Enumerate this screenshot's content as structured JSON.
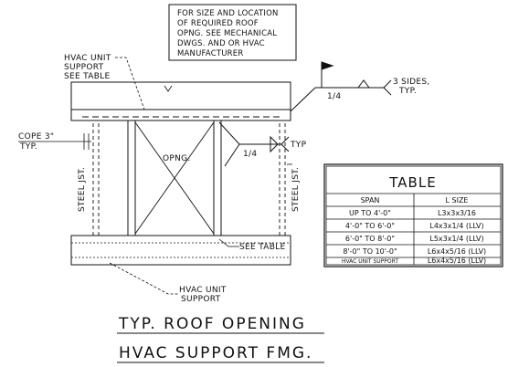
{
  "note_box": {
    "lines": [
      "FOR SIZE AND LOCATION",
      "OF REQUIRED ROOF",
      "OPNG. SEE MECHANICAL",
      "DWGS. AND OR HVAC",
      "MANUFACTURER"
    ]
  },
  "labels": {
    "hvac_support_top": [
      "HVAC UNIT",
      "SUPPORT",
      "SEE TABLE"
    ],
    "weld_top_size": "1/4",
    "weld_top_note": [
      "3 SIDES,",
      "TYP."
    ],
    "cope": "COPE 3\"",
    "cope_typ": "TYP.",
    "opening": "OPNG.",
    "weld_mid_size": "1/4",
    "weld_mid_typ": "TYP",
    "steel_jst": "STEEL JST.",
    "see_table": "SEE TABLE",
    "hvac_support_bottom": [
      "HVAC UNIT",
      "SUPPORT"
    ]
  },
  "table": {
    "title": "TABLE",
    "headers": [
      "SPAN",
      "L SIZE"
    ],
    "rows": [
      {
        "span": "UP TO 4'-0\"",
        "size": "L3x3x3/16"
      },
      {
        "span": "4'-0\" TO 6'-0\"",
        "size": "L4x3x1/4 (LLV)"
      },
      {
        "span": "6'-0\" TO 8'-0\"",
        "size": "L5x3x1/4 (LLV)"
      },
      {
        "span": "8'-0\" TO 10'-0\"",
        "size": "L6x4x5/16 (LLV)"
      },
      {
        "span": "HVAC UNIT SUPPORT",
        "size": "L6x4x5/16 (LLV)"
      }
    ]
  },
  "title_lines": [
    "TYP. ROOF OPENING",
    "HVAC SUPPORT FMG."
  ]
}
